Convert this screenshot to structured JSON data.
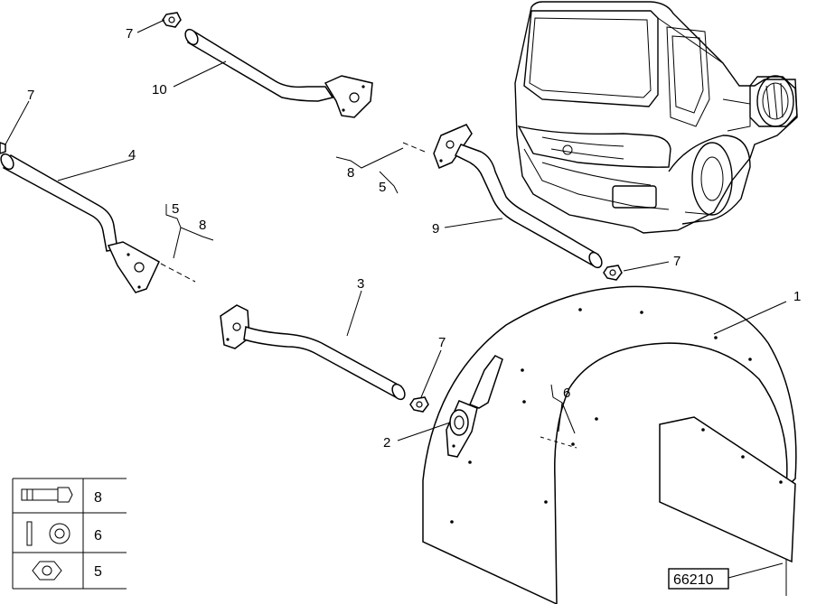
{
  "callouts": {
    "c1": "1",
    "c2": "2",
    "c3": "3",
    "c4": "4",
    "c5a": "5",
    "c5b": "5",
    "c6": "6",
    "c7a": "7",
    "c7b": "7",
    "c7c": "7",
    "c7d": "7",
    "c8a": "8",
    "c8b": "8",
    "c9": "9",
    "c10": "10"
  },
  "legend": {
    "rows": [
      {
        "label": "8",
        "icon": "bolt-icon"
      },
      {
        "label": "6",
        "icon": "washer-icon"
      },
      {
        "label": "5",
        "icon": "nut-icon"
      }
    ]
  },
  "reference": "66210"
}
